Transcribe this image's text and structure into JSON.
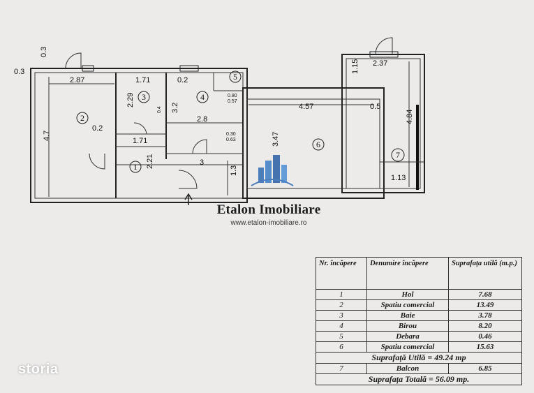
{
  "dimensions": {
    "d_03_top": "0.3",
    "d_03_left": "0.3",
    "d_287": "2.87",
    "d_171_a": "1.71",
    "d_02_a": "0.2",
    "d_229": "2.29",
    "d_47": "4.7",
    "d_02_b": "0.2",
    "d_171_b": "1.71",
    "d_221": "2.21",
    "d_32": "3.2",
    "d_28": "2.8",
    "d_080": "0.80",
    "d_057": "0.57",
    "d_030": "0.30",
    "d_063": "0.63",
    "d_3": "3",
    "d_13": "1.3",
    "d_347": "3.47",
    "d_457": "4.57",
    "d_05": "0.5",
    "d_115": "1.15",
    "d_237": "2.37",
    "d_484": "4.84",
    "d_113": "1.13",
    "d_small": "0.4"
  },
  "rooms": {
    "r1": "1",
    "r2": "2",
    "r3": "3",
    "r4": "4",
    "r5": "5",
    "r6": "6",
    "r7": "7"
  },
  "brand": {
    "name": "Etalon Imobiliare",
    "url": "www.etalon-imobiliare.ro"
  },
  "table": {
    "headers": {
      "nr": "Nr. încăpere",
      "name": "Denumire încăpere",
      "area": "Suprafața utilă (m.p.)"
    },
    "rows": [
      {
        "nr": "1",
        "name": "Hol",
        "area": "7.68"
      },
      {
        "nr": "2",
        "name": "Spatiu comercial",
        "area": "13.49"
      },
      {
        "nr": "3",
        "name": "Baie",
        "area": "3.78"
      },
      {
        "nr": "4",
        "name": "Birou",
        "area": "8.20"
      },
      {
        "nr": "5",
        "name": "Debara",
        "area": "0.46"
      },
      {
        "nr": "6",
        "name": "Spatiu comercial",
        "area": "15.63"
      }
    ],
    "usable_total": "Suprafață Utilă = 49.24 mp",
    "balcony": {
      "nr": "7",
      "name": "Balcon",
      "area": "6.85"
    },
    "grand_total": "Suprafața Totală = 56.09 mp."
  },
  "watermark": "storia",
  "colors": {
    "paper": "#ecebea",
    "logo_blue": "#2f6db5"
  }
}
